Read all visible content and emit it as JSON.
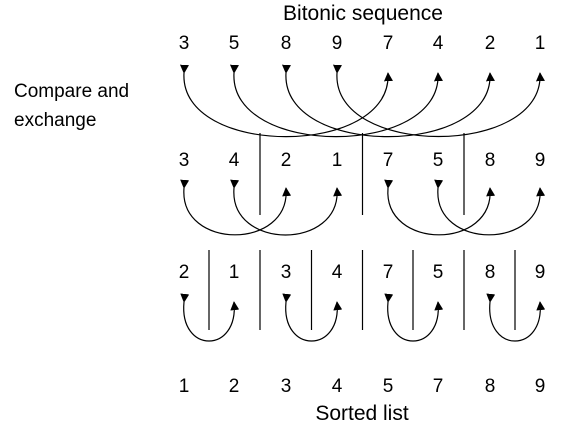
{
  "title": "Bitonic sequence",
  "footer": "Sorted list",
  "side_label": [
    "Compare and",
    "exchange"
  ],
  "rows": [
    [
      3,
      5,
      8,
      9,
      7,
      4,
      2,
      1
    ],
    [
      3,
      4,
      2,
      1,
      7,
      5,
      8,
      9
    ],
    [
      2,
      1,
      3,
      4,
      7,
      5,
      8,
      9
    ],
    [
      1,
      2,
      3,
      4,
      5,
      7,
      8,
      9
    ]
  ],
  "stages": [
    {
      "pairs": [
        [
          0,
          4
        ],
        [
          1,
          5
        ],
        [
          2,
          6
        ],
        [
          3,
          7
        ]
      ]
    },
    {
      "pairs": [
        [
          0,
          2
        ],
        [
          1,
          3
        ],
        [
          4,
          6
        ],
        [
          5,
          7
        ]
      ]
    },
    {
      "pairs": [
        [
          0,
          1
        ],
        [
          2,
          3
        ],
        [
          4,
          5
        ],
        [
          6,
          7
        ]
      ]
    }
  ],
  "dividers_after_row": [
    [],
    [
      1,
      3,
      5
    ],
    [
      0,
      1,
      2,
      3,
      4,
      5,
      6
    ]
  ],
  "colors": {
    "ink": "#000000",
    "background": "#ffffff"
  }
}
